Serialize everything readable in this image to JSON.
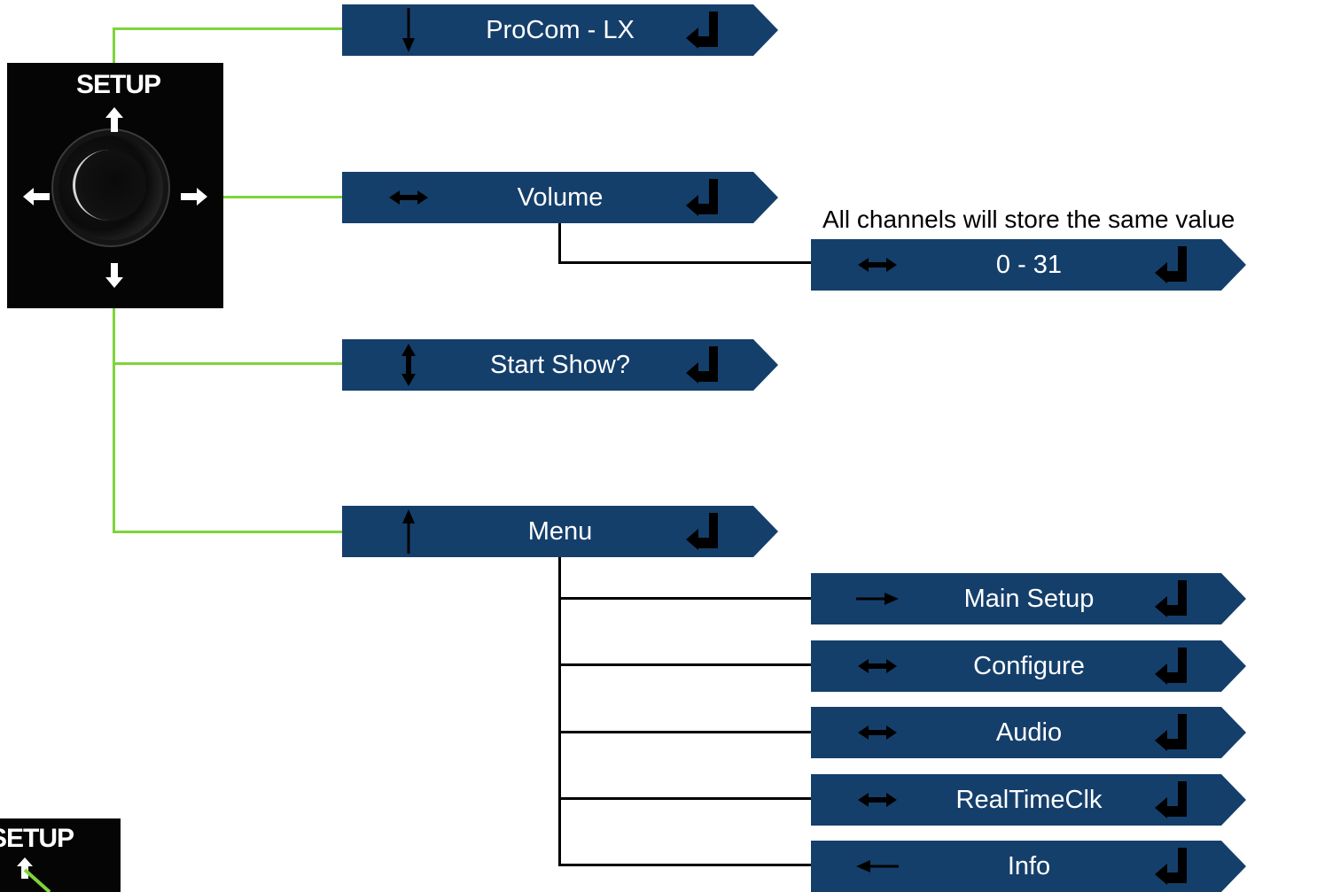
{
  "panel": {
    "label": "SETUP"
  },
  "main_menu": [
    {
      "label": "ProCom - LX",
      "nav_icon": "arrow-down-icon"
    },
    {
      "label": "Volume",
      "nav_icon": "arrow-left-right-icon"
    },
    {
      "label": "Start Show?",
      "nav_icon": "arrow-up-down-icon"
    },
    {
      "label": "Menu",
      "nav_icon": "arrow-up-icon"
    }
  ],
  "volume": {
    "note": "All channels will store the same value",
    "range_label": "0 - 31",
    "nav_icon": "arrow-left-right-icon"
  },
  "submenu": [
    {
      "label": "Main Setup",
      "nav_icon": "arrow-right-icon"
    },
    {
      "label": "Configure",
      "nav_icon": "arrow-left-right-icon"
    },
    {
      "label": "Audio",
      "nav_icon": "arrow-left-right-icon"
    },
    {
      "label": "RealTimeClk",
      "nav_icon": "arrow-left-right-icon"
    },
    {
      "label": "Info",
      "nav_icon": "arrow-left-icon"
    }
  ],
  "colors": {
    "box_fill": "#153f6b",
    "green_connector": "#7ed43a",
    "black_connector": "#000000",
    "panel_bg": "#050505"
  }
}
